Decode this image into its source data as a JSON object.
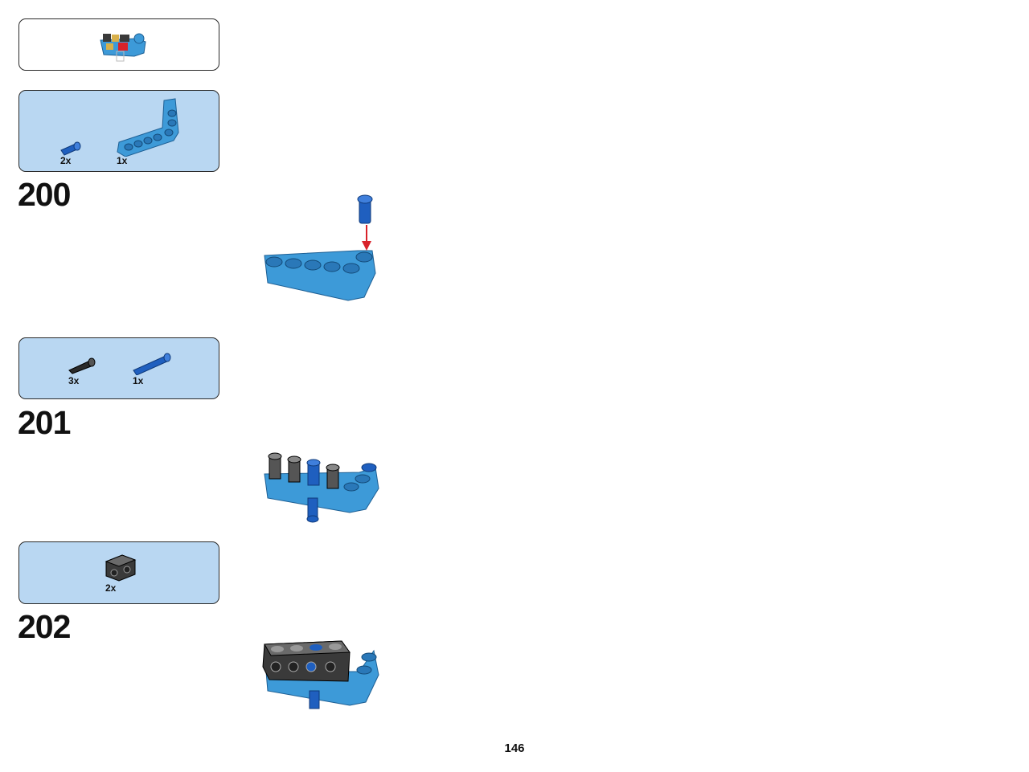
{
  "steps": [
    {
      "number": "200",
      "parts": [
        {
          "qty": "2x",
          "part": "blue-axle-pin-icon"
        },
        {
          "qty": "1x",
          "part": "blue-angled-beam-icon"
        }
      ]
    },
    {
      "number": "201",
      "parts": [
        {
          "qty": "3x",
          "part": "black-friction-pin-icon"
        },
        {
          "qty": "1x",
          "part": "blue-long-pin-icon"
        }
      ]
    },
    {
      "number": "202",
      "parts": [
        {
          "qty": "2x",
          "part": "gray-brick-with-holes-icon"
        }
      ]
    }
  ],
  "page_number": "146",
  "colors": {
    "callout_blue": "#b9d7f2",
    "part_blue": "#3d9ad8",
    "pin_blue": "#1f5fbf",
    "arrow_red": "#d8222a"
  }
}
